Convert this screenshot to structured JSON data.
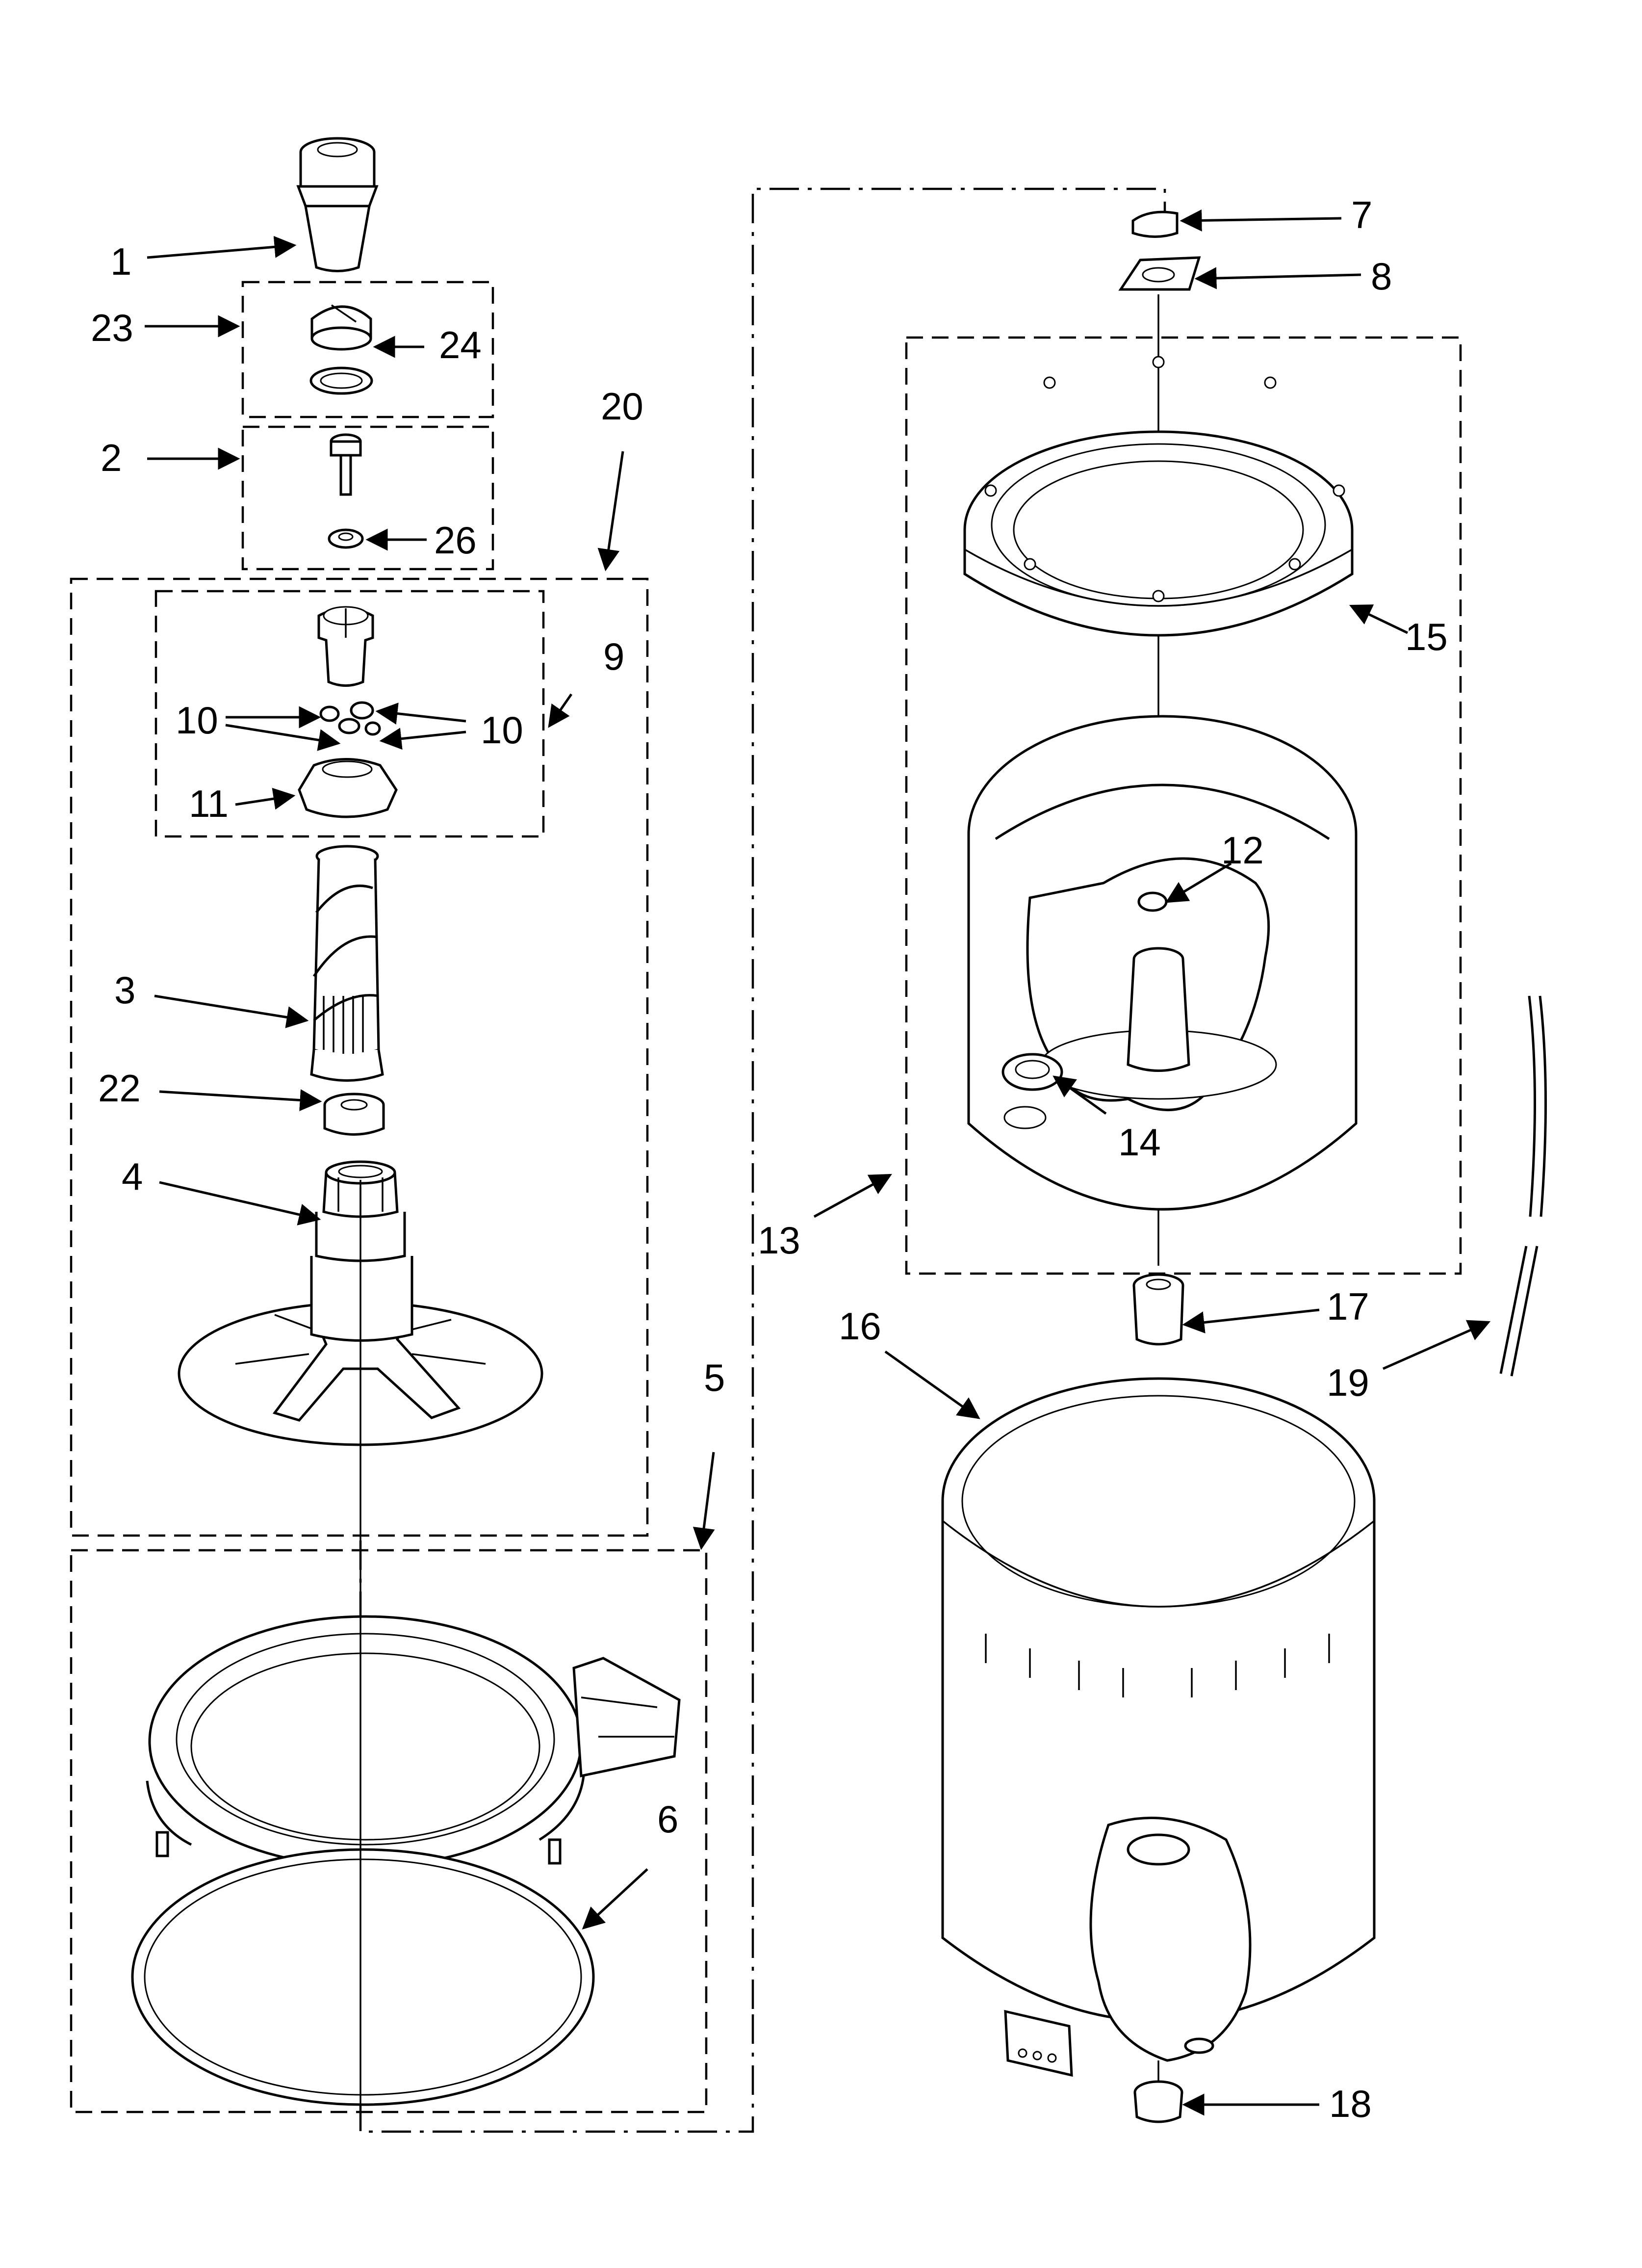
{
  "callouts": [
    {
      "id": "1",
      "text": "1"
    },
    {
      "id": "2",
      "text": "2"
    },
    {
      "id": "3",
      "text": "3"
    },
    {
      "id": "4",
      "text": "4"
    },
    {
      "id": "5",
      "text": "5"
    },
    {
      "id": "6",
      "text": "6"
    },
    {
      "id": "7",
      "text": "7"
    },
    {
      "id": "8",
      "text": "8"
    },
    {
      "id": "9",
      "text": "9"
    },
    {
      "id": "10a",
      "text": "10"
    },
    {
      "id": "10b",
      "text": "10"
    },
    {
      "id": "11",
      "text": "11"
    },
    {
      "id": "12",
      "text": "12"
    },
    {
      "id": "13",
      "text": "13"
    },
    {
      "id": "14",
      "text": "14"
    },
    {
      "id": "15",
      "text": "15"
    },
    {
      "id": "16",
      "text": "16"
    },
    {
      "id": "17",
      "text": "17"
    },
    {
      "id": "18",
      "text": "18"
    },
    {
      "id": "19",
      "text": "19"
    },
    {
      "id": "20",
      "text": "20"
    },
    {
      "id": "22",
      "text": "22"
    },
    {
      "id": "23",
      "text": "23"
    },
    {
      "id": "24",
      "text": "24"
    },
    {
      "id": "26",
      "text": "26"
    }
  ]
}
